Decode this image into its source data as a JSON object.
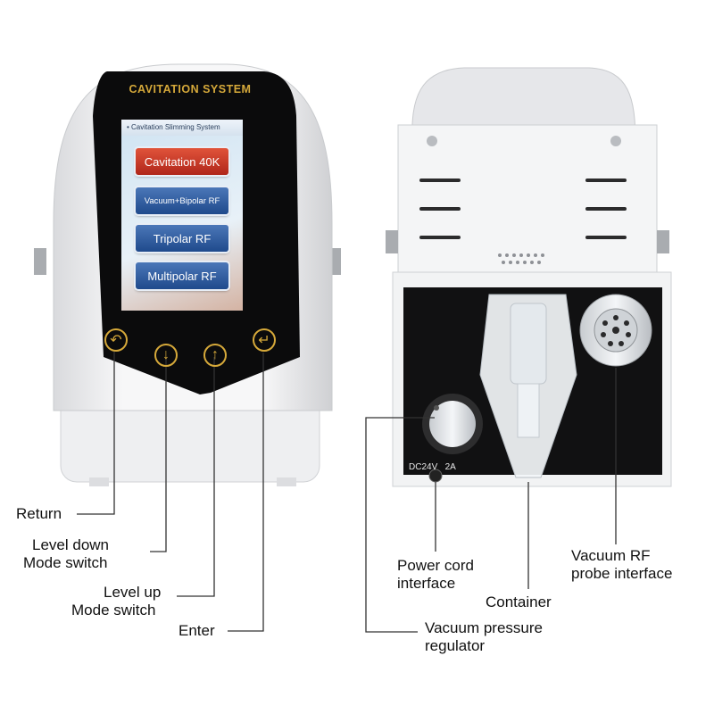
{
  "device_front": {
    "brand_title": "CAVITATION SYSTEM",
    "screen": {
      "header": "• Cavitation Slimming System",
      "buttons": [
        {
          "label": "Cavitation 40K",
          "active": true
        },
        {
          "label": "Vacuum+Bipolar RF",
          "active": false
        },
        {
          "label": "Tripolar RF",
          "active": false
        },
        {
          "label": "Multipolar RF",
          "active": false
        }
      ]
    },
    "touch_keys": [
      "return-icon",
      "arrow-down-icon",
      "arrow-up-icon",
      "enter-icon"
    ]
  },
  "device_back": {
    "power_label": "DC24V   2A"
  },
  "callouts": {
    "return": "Return",
    "level_down": [
      "Level down",
      "Mode switch"
    ],
    "level_up": [
      "Level up",
      "Mode switch"
    ],
    "enter": "Enter",
    "power_cord": [
      "Power cord",
      "interface"
    ],
    "container": "Container",
    "vacuum_rf": [
      "Vacuum RF",
      "probe interface"
    ],
    "vacuum_regulator": [
      "Vacuum pressure",
      "regulator"
    ]
  },
  "colors": {
    "accent_gold": "#d6a93a",
    "screen_red": "#c0321f",
    "screen_blue": "#2a5596"
  }
}
